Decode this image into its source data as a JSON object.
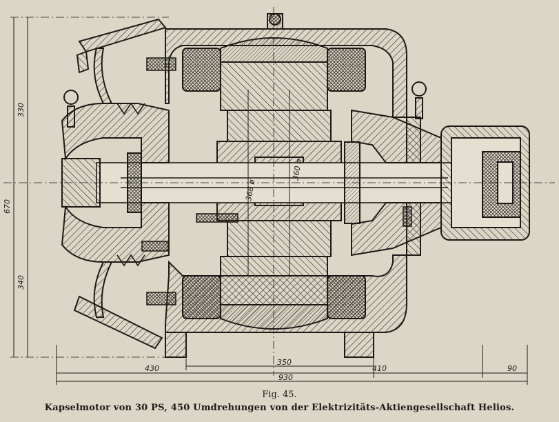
{
  "figure_label": "Fig. 45.",
  "caption": "Kapselmotor von 30 PS, 450 Umdrehungen von der Elektrizitäts-Aktiengesellschaft Helios.",
  "dimensions": {
    "d_330": "330",
    "d_670": "670",
    "d_340": "340",
    "d_360": "360 ø",
    "d_368": "368 ø",
    "d_430": "430",
    "d_350": "350",
    "d_410": "410",
    "d_930": "930",
    "d_90": "90"
  },
  "colors": {
    "paper": "#dcd6c6",
    "ink": "#1c1a17",
    "hatch": "#3a3630"
  }
}
